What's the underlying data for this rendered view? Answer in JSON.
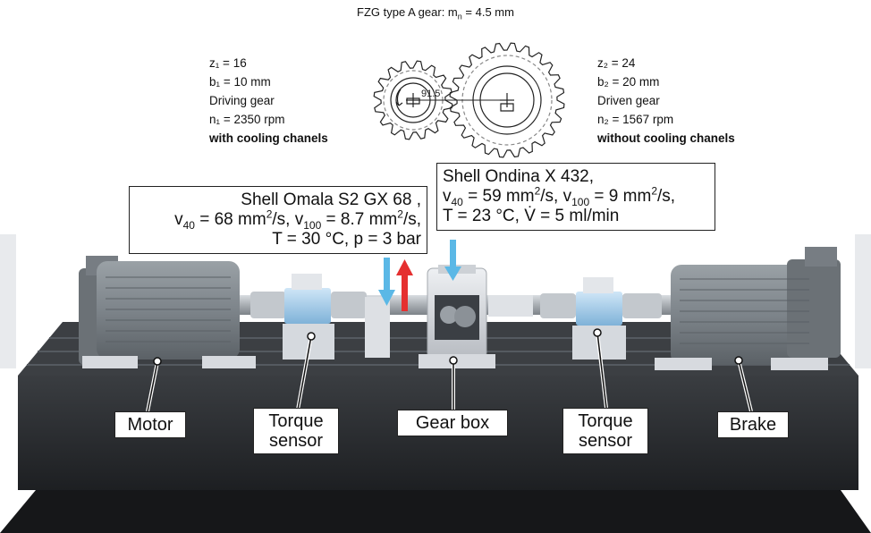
{
  "gear_title": {
    "prefix": "FZG type A gear: m",
    "sub": "n",
    "suffix": " = 4.5 mm"
  },
  "driving_gear": {
    "lines": [
      "z₁ = 16",
      "b₁ = 10 mm",
      "Driving gear",
      "n₁ = 2350 rpm"
    ],
    "note": "with cooling chanels"
  },
  "driven_gear": {
    "lines": [
      "z₂ = 24",
      "b₂ = 20 mm",
      "Driven gear",
      "n₂ = 1567 rpm"
    ],
    "note": "without cooling chanels"
  },
  "center_distance": "91.5",
  "oil_left": {
    "name": "Shell Omala S2 GX 68 ,",
    "v40_label": "v",
    "v40_sub": "40",
    "v40_value": " = 68 mm",
    "v40_sup": "2",
    "v40_unit": "/s, ",
    "v100_label": "v",
    "v100_sub": "100",
    "v100_value": " = 8.7 mm",
    "v100_sup": "2",
    "v100_unit": "/s,",
    "conditions": "T = 30 °C, p = 3 bar"
  },
  "oil_right": {
    "name": "Shell Ondina X 432,",
    "v40_label": "v",
    "v40_sub": "40",
    "v40_value": " = 59 mm",
    "v40_sup": "2",
    "v40_unit": "/s, ",
    "v100_label": "v",
    "v100_sub": "100",
    "v100_value": " = 9 mm",
    "v100_sup": "2",
    "v100_unit": "/s,",
    "temp": "T = 23 °C, ",
    "flow_symbol": "V̇",
    "flow": " = 5 ml/min"
  },
  "labels": {
    "motor": "Motor",
    "torque_left_1": "Torque",
    "torque_left_2": "sensor",
    "gear_box": "Gear box",
    "torque_right_1": "Torque",
    "torque_right_2": "sensor",
    "brake": "Brake"
  },
  "colors": {
    "inflow_arrow": "#5bb8e6",
    "outflow_arrow": "#e53030",
    "machine": "#7f868b",
    "bed": "#2b2d30"
  }
}
